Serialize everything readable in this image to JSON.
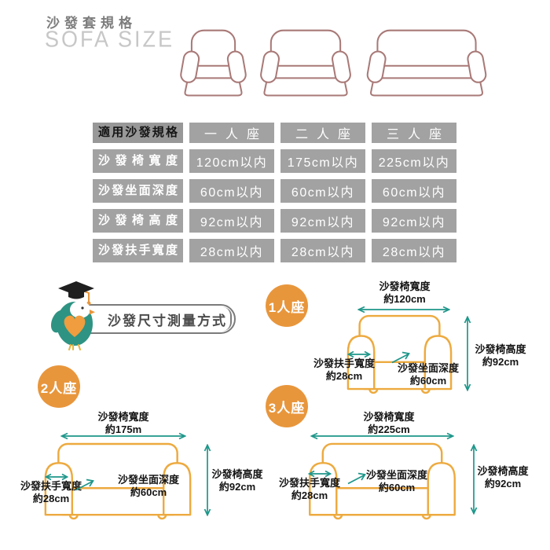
{
  "page": {
    "title": "沙發套規格",
    "subtitle": "SOFA SIZE"
  },
  "spec_table": {
    "header": [
      "適用沙發規格",
      "一人座",
      "二人座",
      "三人座"
    ],
    "rows": [
      {
        "label": "沙發椅寬度",
        "values": [
          "120cm以内",
          "175cm以内",
          "225cm以内"
        ]
      },
      {
        "label": "沙發坐面深度",
        "values": [
          "60cm以内",
          "60cm以内",
          "60cm以内"
        ]
      },
      {
        "label": "沙發椅高度",
        "values": [
          "92cm以内",
          "92cm以内",
          "92cm以内"
        ]
      },
      {
        "label": "沙發扶手寬度",
        "values": [
          "28cm以内",
          "28cm以内",
          "28cm以内"
        ]
      }
    ]
  },
  "measure": {
    "heading": "沙發尺寸測量方式",
    "diagrams": [
      {
        "badge": "1人座",
        "width_label": "沙發椅寬度",
        "width_value": "約120cm",
        "height_label": "沙發椅高度",
        "height_value": "約92cm",
        "arm_label": "沙發扶手寬度",
        "arm_value": "約28cm",
        "depth_label": "沙發坐面深度",
        "depth_value": "約60cm"
      },
      {
        "badge": "2人座",
        "width_label": "沙發椅寬度",
        "width_value": "約175m",
        "height_label": "沙發椅高度",
        "height_value": "約92cm",
        "arm_label": "沙發扶手寬度",
        "arm_value": "約28cm",
        "depth_label": "沙發坐面深度",
        "depth_value": "約60cm"
      },
      {
        "badge": "3人座",
        "width_label": "沙發椅寬度",
        "width_value": "約225cm",
        "height_label": "沙發椅高度",
        "height_value": "約92cm",
        "arm_label": "沙發扶手寬度",
        "arm_value": "約28cm",
        "depth_label": "沙發坐面深度",
        "depth_value": "約60cm"
      }
    ]
  },
  "colors": {
    "accent_orange": "#e8963c",
    "diagram_sofa_outline": "#edaa3f",
    "arrow_teal": "#1e968a",
    "table_gray": "#a2a2a2",
    "top_sofa_outline": "#a87977",
    "mascot_teal": "#2e9383"
  }
}
